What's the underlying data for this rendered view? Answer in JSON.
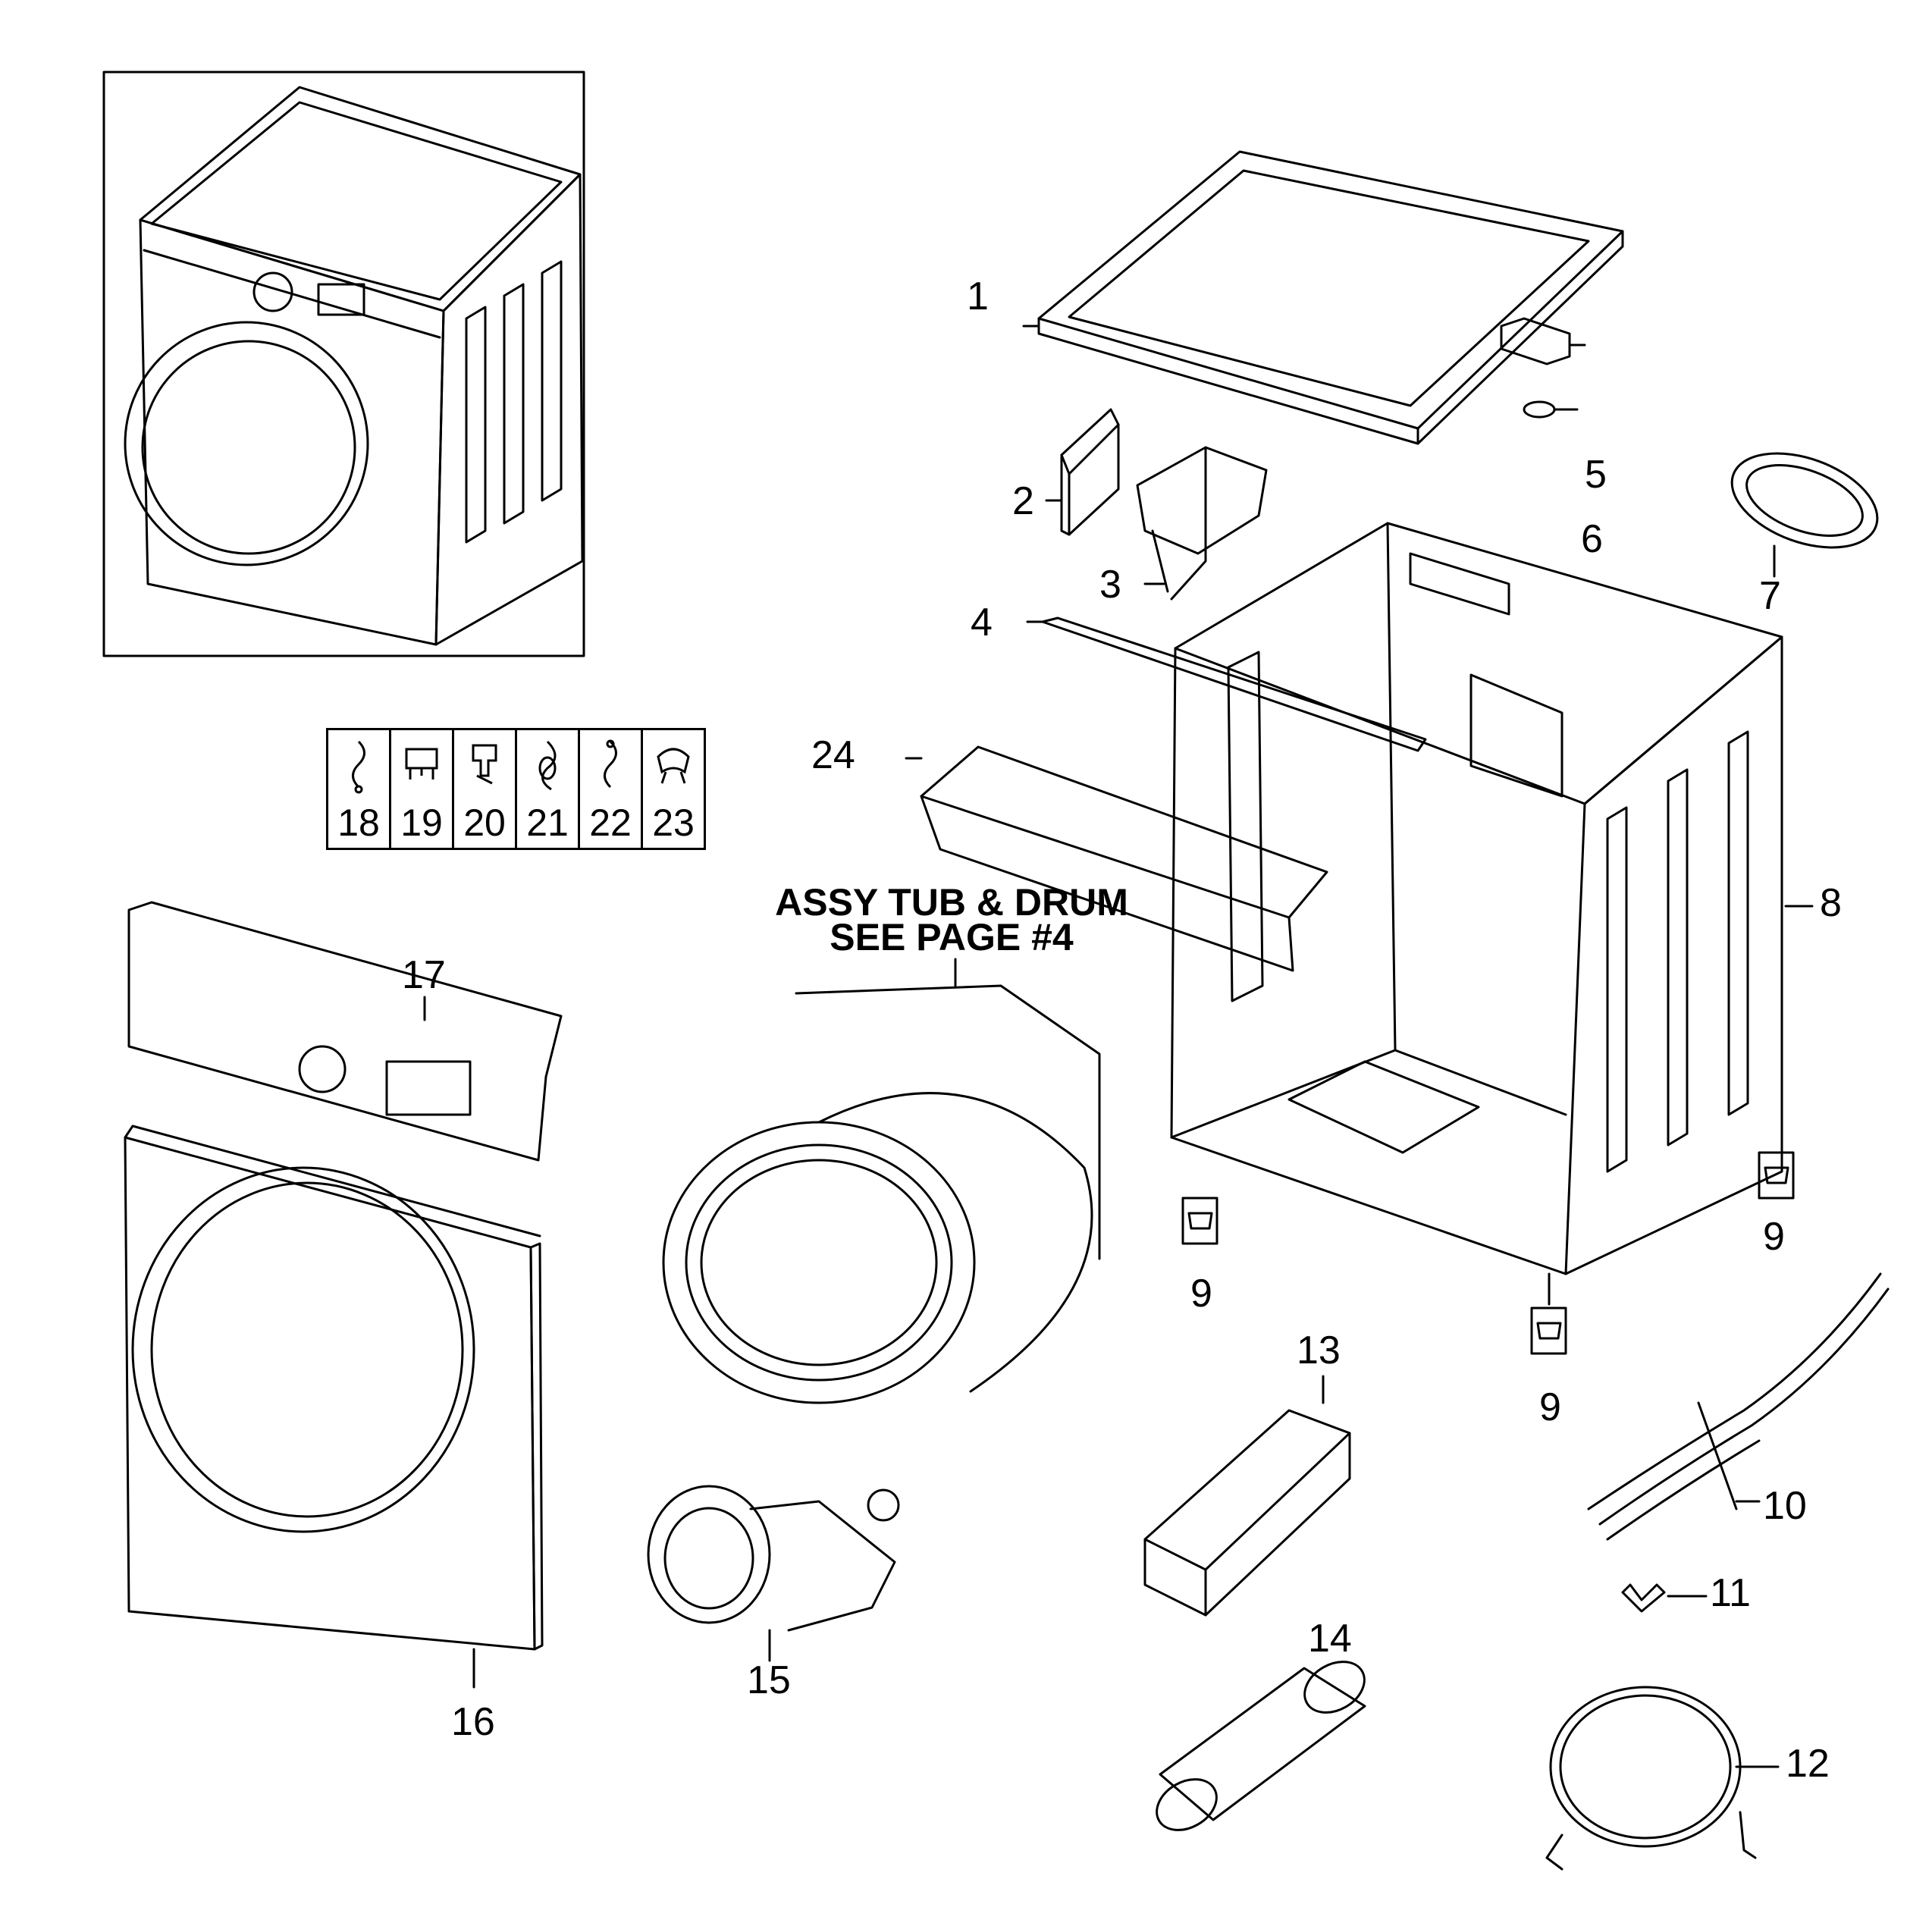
{
  "diagram": {
    "note_line1": "ASSY TUB & DRUM",
    "note_line2": "SEE PAGE #4",
    "labels": {
      "p1": "1",
      "p2": "2",
      "p3": "3",
      "p4": "4",
      "p5": "5",
      "p6": "6",
      "p7": "7",
      "p8": "8",
      "p9a": "9",
      "p9b": "9",
      "p9c": "9",
      "p10": "10",
      "p11": "11",
      "p12": "12",
      "p13": "13",
      "p14": "14",
      "p15": "15",
      "p16": "16",
      "p17": "17",
      "p24": "24"
    },
    "kit_items": [
      "18",
      "19",
      "20",
      "21",
      "22",
      "23"
    ]
  },
  "colors": {
    "line": "#000000",
    "background": "#ffffff"
  }
}
